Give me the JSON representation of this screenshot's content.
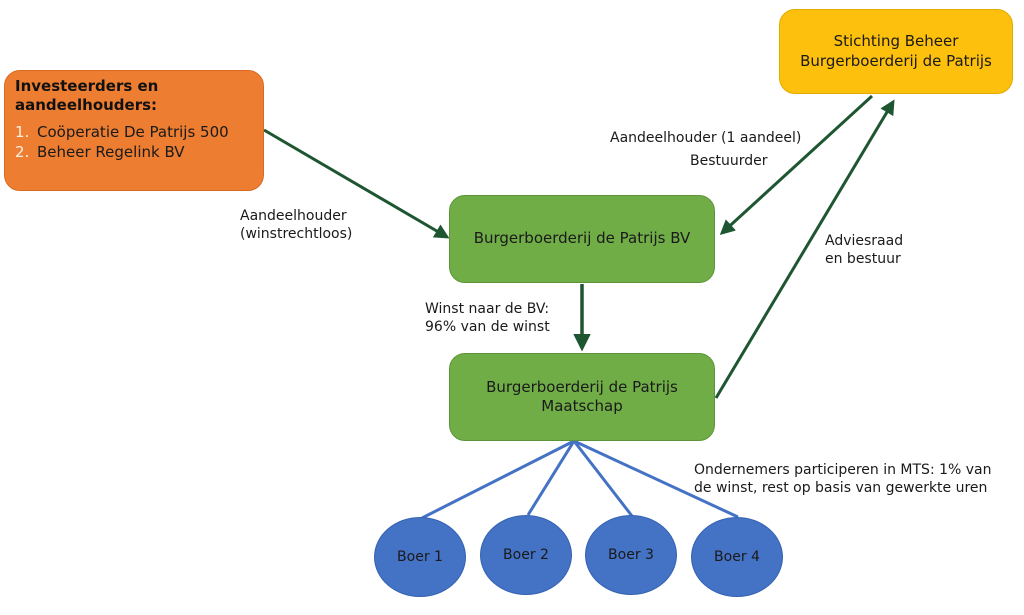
{
  "nodes": {
    "investors": {
      "title": "Investeerders en aandeelhouders:",
      "items": [
        {
          "num": "1.",
          "text": "Coöperatie De Patrijs 500"
        },
        {
          "num": "2.",
          "text": "Beheer Regelink BV"
        }
      ]
    },
    "stichting": "Stichting Beheer Burgerboerderij de Patrijs",
    "bv": "Burgerboerderij de Patrijs BV",
    "mts": "Burgerboerderij de Patrijs Maatschap",
    "farmers": [
      "Boer 1",
      "Boer 2",
      "Boer 3",
      "Boer 4"
    ]
  },
  "labels": {
    "investor_link_1": "Aandeelhouder",
    "investor_link_2": "(winstrechtloos)",
    "stichting_link": "Aandeelhouder (1 aandeel)",
    "bestuurder": "Bestuurder",
    "advies_1": "Adviesraad",
    "advies_2": "en bestuur",
    "profit_1": "Winst naar de BV:",
    "profit_2": "96% van de winst",
    "mts_note_1": "Ondernemers participeren in MTS: 1% van",
    "mts_note_2": "de winst, rest op basis van gewerkte uren"
  },
  "colors": {
    "investors": "#ec7d31",
    "stichting": "#fdc00c",
    "entity_green": "#70ad47",
    "farmer_blue": "#4472c4",
    "arrow": "#1e5631",
    "connector": "#4472c4"
  }
}
